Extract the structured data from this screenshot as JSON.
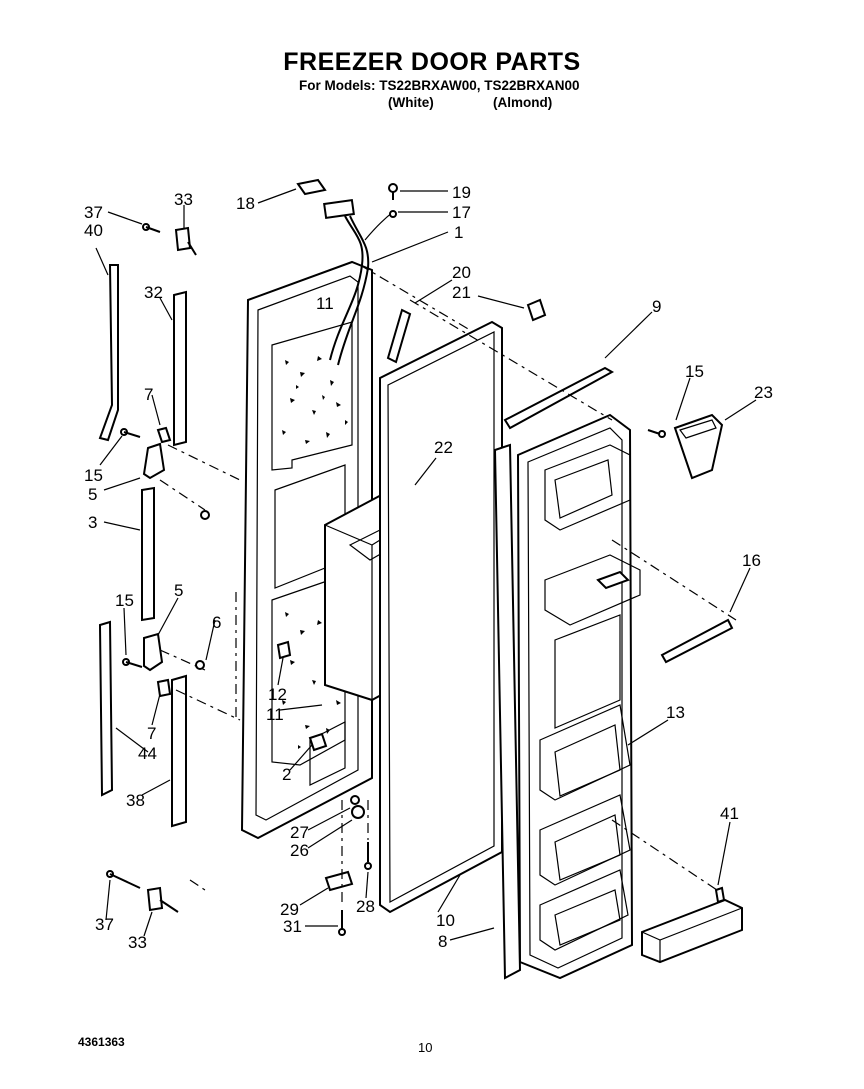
{
  "header": {
    "title": "FREEZER DOOR PARTS",
    "models": "For Models: TS22BRXAW00, TS22BRXAN00",
    "color_white": "(White)",
    "color_almond": "(Almond)"
  },
  "footer": {
    "doc_number": "4361363",
    "page_number": "10"
  },
  "callouts": [
    "18",
    "19",
    "17",
    "1",
    "37",
    "40",
    "33",
    "32",
    "20",
    "21",
    "9",
    "11",
    "7",
    "15",
    "15",
    "23",
    "5",
    "22",
    "3",
    "16",
    "15",
    "5",
    "6",
    "12",
    "11",
    "13",
    "7",
    "44",
    "2",
    "38",
    "27",
    "26",
    "41",
    "29",
    "28",
    "10",
    "37",
    "33",
    "31",
    "8"
  ]
}
